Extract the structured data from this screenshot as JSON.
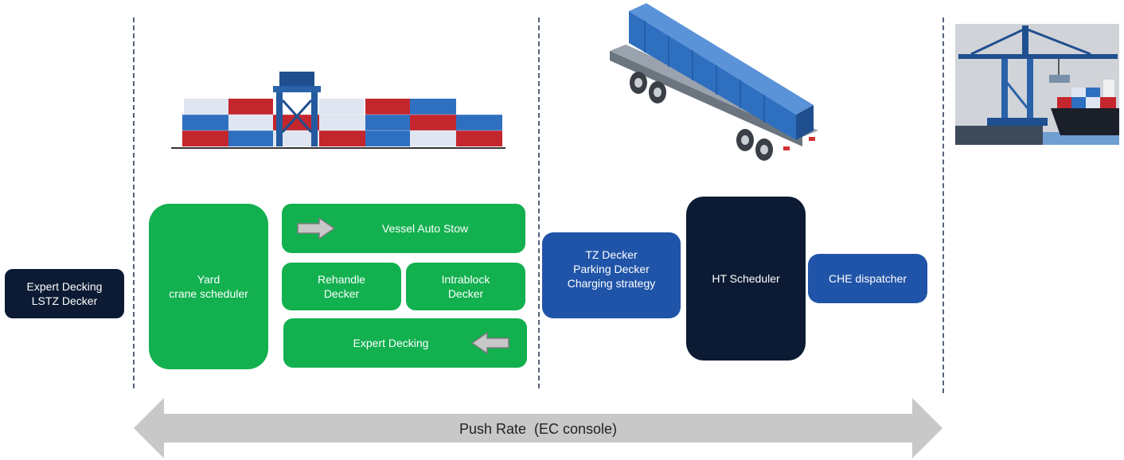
{
  "left": {
    "label": "Expert Decking\nLSTZ Decker"
  },
  "yard": {
    "crane_scheduler": "Yard\ncrane scheduler",
    "vessel_auto_stow": "Vessel Auto Stow",
    "rehandle_decker": "Rehandle\nDecker",
    "intrablock_decker": "Intrablock\nDecker",
    "expert_decking": "Expert Decking"
  },
  "transport": {
    "tz_decker": "TZ Decker\nParking Decker\nCharging strategy",
    "ht_scheduler": "HT Scheduler",
    "che_dispatcher": "CHE dispatcher"
  },
  "push_rate": {
    "label": "Push Rate  (EC console)"
  },
  "colors": {
    "green": "#12b04f",
    "blue": "#2054a8",
    "navy": "#0c1b33",
    "arrow_gray": "#c8c8c8",
    "container_red": "#c4262e",
    "container_blue": "#2f6fc0"
  },
  "icons": [
    "yard-containers-crane-icon",
    "container-truck-icon",
    "quay-crane-ship-icon",
    "right-arrow-icon",
    "left-arrow-icon"
  ]
}
